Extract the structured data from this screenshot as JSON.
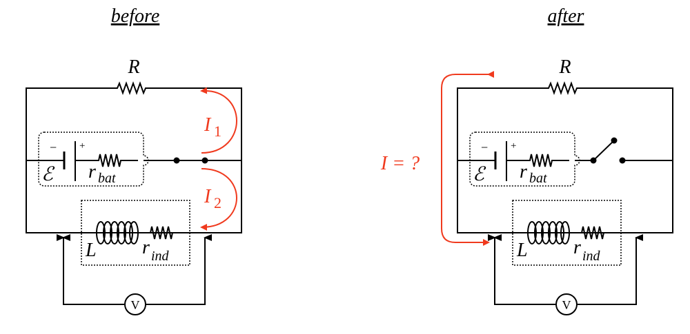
{
  "titles": {
    "before": "before",
    "after": "after"
  },
  "labels": {
    "R": "R",
    "emf": "ℰ",
    "r": "r",
    "bat": "bat",
    "L": "L",
    "ind": "ind",
    "minus": "−",
    "plus": "+",
    "voltmeter": "V"
  },
  "currents": {
    "I": "I",
    "one": "1",
    "two": "2",
    "question": "I = ?"
  },
  "colors": {
    "current": "#f03a1e"
  }
}
